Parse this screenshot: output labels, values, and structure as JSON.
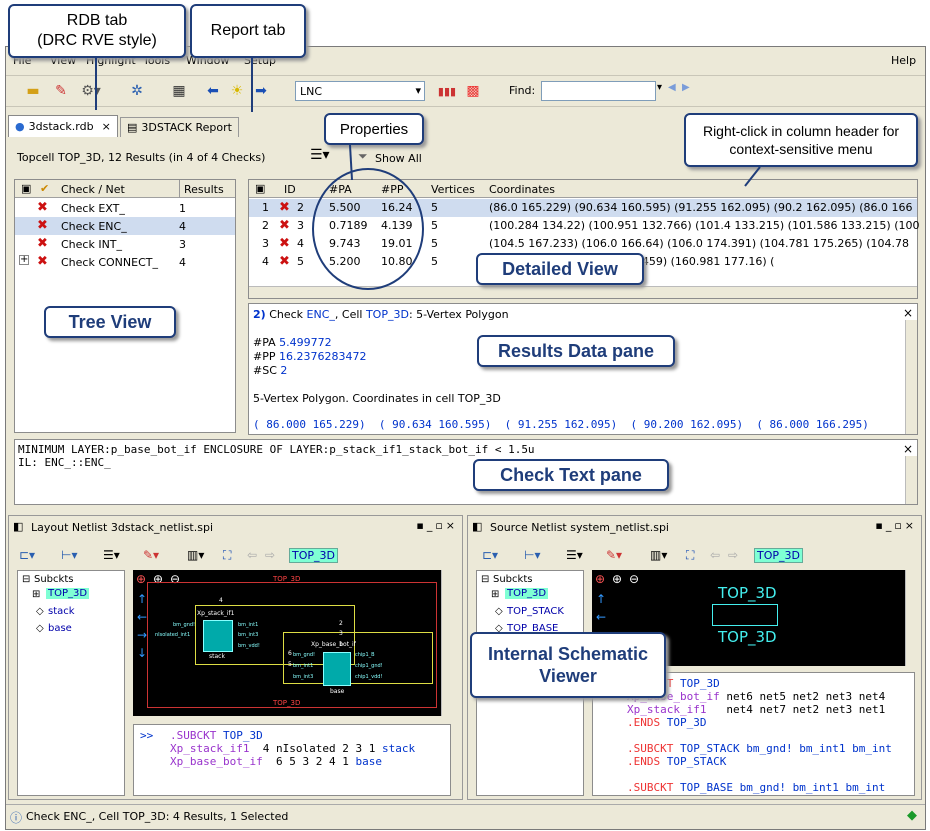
{
  "callouts": {
    "rdb": "RDB tab\n(DRC RVE style)",
    "report": "Report tab",
    "properties": "Properties",
    "rightclick": "Right-click in column header for context-sensitive menu",
    "detailed": "Detailed View",
    "tree": "Tree View",
    "results_pane": "Results Data pane",
    "check_text": "Check Text pane",
    "schematic": "Internal Schematic Viewer"
  },
  "menu": {
    "file": "File",
    "view": "View",
    "highlight": "Highlight",
    "tools": "Tools",
    "window": "Window",
    "setup": "Setup",
    "help": "Help"
  },
  "toolbar": {
    "layer_select": "LNC",
    "find_label": "Find:",
    "find_value": ""
  },
  "tabs": {
    "rdb": "3dstack.rdb",
    "report": "3DSTACK Report"
  },
  "summary": "Topcell TOP_3D, 12 Results (in 4 of 4 Checks)",
  "show_all": "Show All",
  "tree": {
    "header_check": "Check / Net",
    "header_results": "Results",
    "rows": [
      {
        "name": "Check EXT_",
        "count": "1"
      },
      {
        "name": "Check ENC_",
        "count": "4"
      },
      {
        "name": "Check INT_",
        "count": "3"
      },
      {
        "name": "Check CONNECT_",
        "count": "4"
      }
    ]
  },
  "detail": {
    "headers": [
      "ID",
      "#PA",
      "#PP",
      "Vertices",
      "Coordinates"
    ],
    "rows": [
      {
        "n": "1",
        "id": "2",
        "pa": "5.500",
        "pp": "16.24",
        "v": "5",
        "coords": "(86.0 165.229) (90.634 160.595) (91.255 162.095) (90.2 162.095) (86.0 166"
      },
      {
        "n": "2",
        "id": "3",
        "pa": "0.7189",
        "pp": "4.139",
        "v": "5",
        "coords": "(100.284 134.22) (100.951 132.766) (101.4 133.215) (101.586 133.215) (100"
      },
      {
        "n": "3",
        "id": "4",
        "pa": "9.743",
        "pp": "19.01",
        "v": "5",
        "coords": "(104.5 167.233) (106.0 166.64) (106.0 174.391) (104.781 175.265) (104.78"
      },
      {
        "n": "4",
        "id": "5",
        "pa": "5.200",
        "pp": "10.80",
        "v": "5",
        "coords": "(157.91 176) (159.561 176.459) (160.981 177.16) ("
      }
    ]
  },
  "results": {
    "line1_num": "2)",
    "line1_a": "Check",
    "line1_check": "ENC_",
    "line1_b": ", Cell",
    "line1_cell": "TOP_3D",
    "line1_c": ": 5-Vertex Polygon",
    "pa_label": "#PA",
    "pa_val": "5.499772",
    "pp_label": "#PP",
    "pp_val": "16.2376283472",
    "sc_label": "#SC",
    "sc_val": "2",
    "desc": "5-Vertex Polygon. Coordinates in cell TOP_3D",
    "coords": "( 86.000 165.229)  ( 90.634 160.595)  ( 91.255 162.095)  ( 90.200 162.095)  ( 86.000 166.295)"
  },
  "check_text": {
    "line1": "MINIMUM LAYER:p_base_bot_if ENCLOSURE OF LAYER:p_stack_if1_stack_bot_if < 1.5u",
    "line2": "IL: ENC_::ENC_"
  },
  "layout": {
    "title": "Layout Netlist 3dstack_netlist.spi",
    "cell_btn": "TOP_3D",
    "tree_root": "Subckts",
    "tree_items": [
      "TOP_3D",
      "stack",
      "base"
    ],
    "top_label": "TOP_3D",
    "top_label2": "TOP_3D",
    "inst1": "Xp_stack_if1",
    "inst2": "Xp_base_bot_if",
    "pins1": [
      "bm_gnd!",
      "bm_int1",
      "nIsolated_int1",
      "bm_int3",
      "bm_vdd!"
    ],
    "pins2": [
      "bm_gnd!",
      "bm_int1",
      "bm_int3",
      "chip1_B",
      "chip1_gnd!",
      "chip1_vdd!"
    ],
    "sub1": "stack",
    "sub2": "base",
    "nets": [
      "4",
      "2",
      "3",
      "1",
      "6",
      "5"
    ],
    "netlist": [
      {
        "a": ">>",
        ">b": ""
      },
      {
        "a": "",
        "b": ".SUBCKT TOP_3D"
      }
    ],
    "net_line1_kw": ".SUBCKT",
    "net_line1_name": "TOP_3D",
    "net_line2_inst": "Xp_stack_if1",
    "net_line2_args": "4 nIsolated 2 3 1",
    "net_line2_sub": "stack",
    "net_line3_inst": "Xp_base_bot_if",
    "net_line3_args": "6 5 3 2 4 1",
    "net_line3_sub": "base",
    "prompt": ">>"
  },
  "source": {
    "title": "Source Netlist system_netlist.spi",
    "cell_btn": "TOP_3D",
    "tree_root": "Subckts",
    "tree_items": [
      "TOP_3D",
      "TOP_STACK",
      "TOP_BASE"
    ],
    "sch_label1": "TOP_3D",
    "sch_label2": "TOP_3D",
    "lines": [
      {
        "kw": ".SUBCKT",
        "rest": "TOP_3D"
      },
      {
        "kw": "Xp_base_bot_if",
        "rest": "net6 net5 net2 net3 net4"
      },
      {
        "kw": "Xp_stack_if1",
        "rest": "net4 net7 net2 net3 net1"
      },
      {
        "kw": ".ENDS",
        "rest": "TOP_3D"
      },
      {
        "kw": "",
        "rest": ""
      },
      {
        "kw": ".SUBCKT",
        "rest": "TOP_STACK bm_gnd! bm_int1 bm_int"
      },
      {
        "kw": ".ENDS",
        "rest": "TOP_STACK"
      },
      {
        "kw": "",
        "rest": ""
      },
      {
        "kw": ".SUBCKT",
        "rest": "TOP_BASE bm_gnd! bm_int1 bm_int"
      }
    ]
  },
  "status": "Check ENC_, Cell TOP_3D: 4 Results, 1 Selected"
}
